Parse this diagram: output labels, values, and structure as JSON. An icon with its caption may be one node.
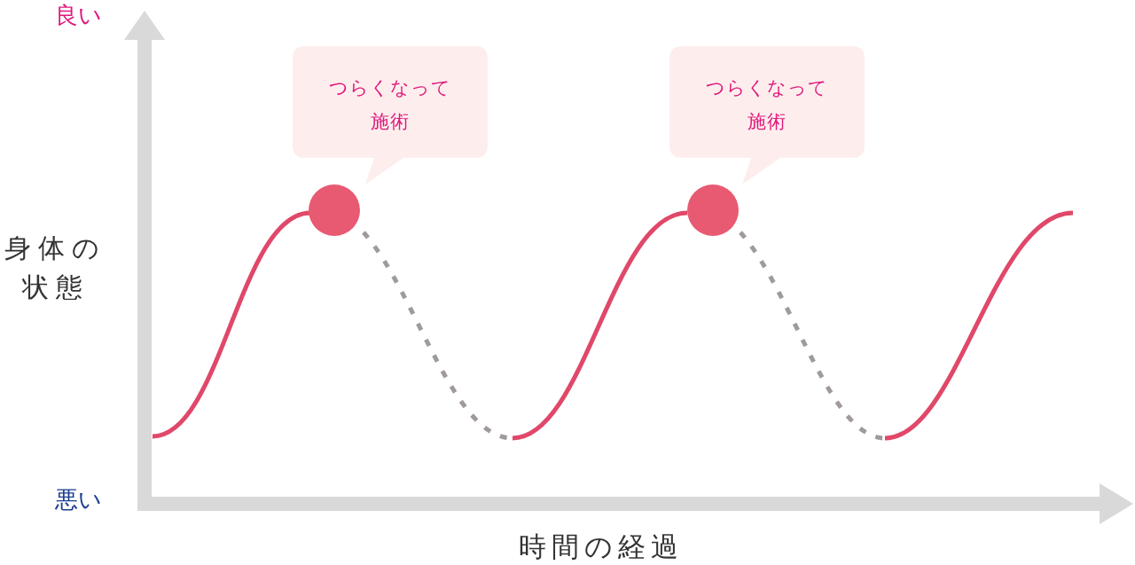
{
  "diagram": {
    "nodes": [
      {
        "text": [
          "つらくなって施術"
        ]
      },
      {
        "text": [],
        "shape": "circle"
      },
      {
        "text": [
          "つらくなって施術"
        ]
      },
      {
        "text": [],
        "shape": "circle"
      }
    ],
    "labels": [
      "良い",
      "身体の状態",
      "悪い",
      "時間の経過"
    ]
  }
}
